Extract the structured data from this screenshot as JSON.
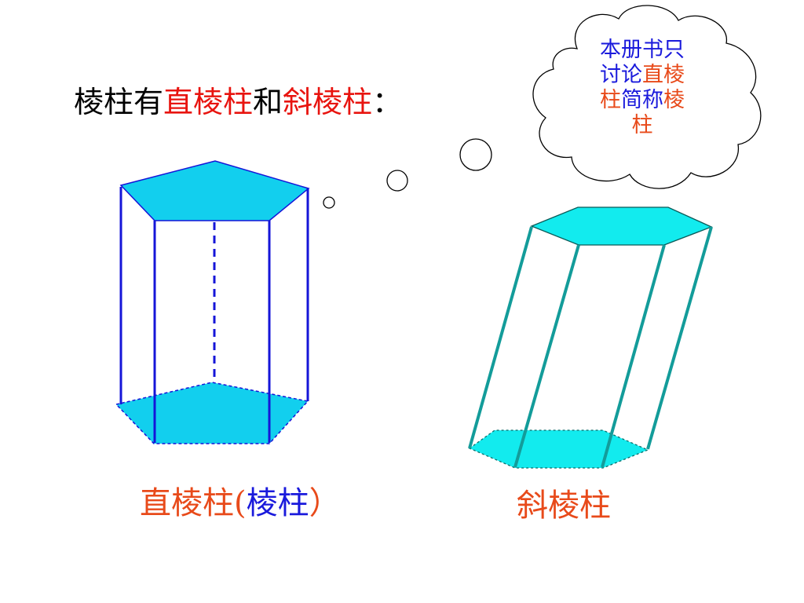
{
  "colors": {
    "black": "#000000",
    "red": "#e8140f",
    "orange_red": "#e84a1a",
    "blue": "#1a1adc",
    "cyan_fill": "#12cfee",
    "teal_edge": "#139c9a",
    "prism_edge_blue": "#1515d8"
  },
  "title": {
    "part1": "棱柱有",
    "part2": "直棱柱",
    "part3": "和",
    "part4": "斜棱柱",
    "part5": "："
  },
  "thought_cloud": {
    "line1": "本册书只",
    "line2a": "讨论",
    "line2b": "直棱",
    "line3a": "柱",
    "line3b": "简称",
    "line3c": "棱",
    "line4": "柱"
  },
  "caption_left": {
    "part1": "直棱柱(",
    "part2": "棱柱",
    "part3": "）"
  },
  "caption_right": "斜棱柱"
}
